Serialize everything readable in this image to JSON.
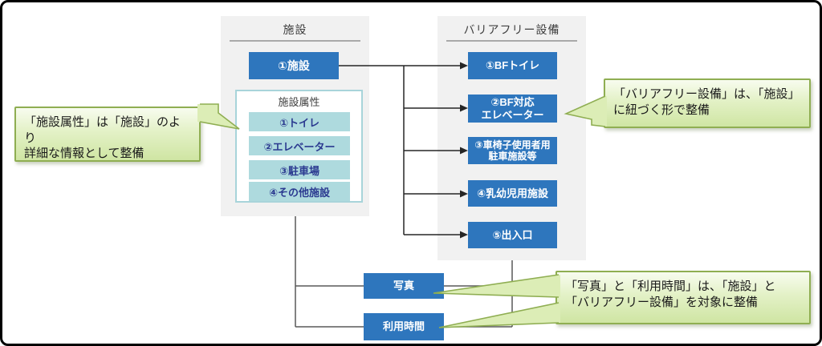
{
  "facility_panel": {
    "title": "施設",
    "facility_button": "①施設",
    "attributes_box": {
      "title": "施設属性",
      "items": [
        "①トイレ",
        "②エレベーター",
        "③駐車場",
        "④その他施設"
      ]
    }
  },
  "bf_panel": {
    "title": "バリアフリー設備",
    "items": [
      [
        "①BFトイレ"
      ],
      [
        "②BF対応",
        "エレベーター"
      ],
      [
        "③車椅子使用者用",
        "駐車施設等"
      ],
      [
        "④乳幼児用施設"
      ],
      [
        "⑤出入口"
      ]
    ]
  },
  "shared_items": {
    "photo": "写真",
    "hours": "利用時間"
  },
  "callouts": {
    "attributes": {
      "line1": "「施設属性」は「施設」のより",
      "line2": "詳細な情報として整備"
    },
    "bf": {
      "line1": "「バリアフリー設備」は、「施設」",
      "line2": "に紐づく形で整備"
    },
    "shared": {
      "line1": "「写真」と「利用時間」は、「施設」と",
      "line2": "「バリアフリー設備」を対象に整備"
    }
  },
  "colors": {
    "node_blue": "#2e76bd",
    "attr_teal": "#aedade",
    "attr_text_blue": "#2b3a90",
    "panel_gray": "#f1f1f1",
    "callout_green_border": "#8fae52",
    "callout_green_fill": "#dcedb6",
    "connector_dark": "#262626",
    "connector_gray": "#595959"
  }
}
